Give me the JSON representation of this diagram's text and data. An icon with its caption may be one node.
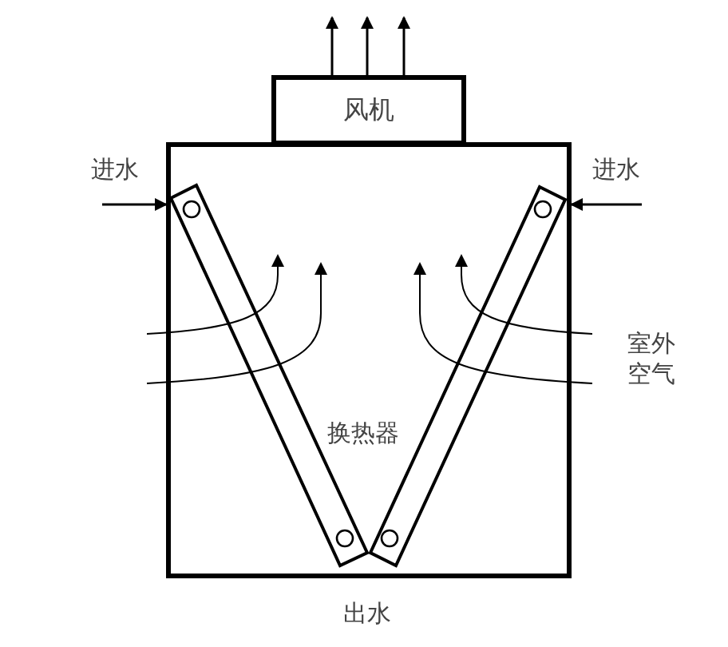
{
  "diagram": {
    "nodes": [
      {
        "text": [
          "风机"
        ]
      },
      {
        "text": [],
        "shape": "box"
      },
      {
        "text": [],
        "shape": "bar",
        "in": 1
      },
      {
        "text": [],
        "shape": "bar",
        "in": 1
      }
    ],
    "edges": [
      {
        "from": 0,
        "to": null,
        "arrow": "to"
      },
      {
        "from": 0,
        "to": null,
        "arrow": "to"
      },
      {
        "from": 0,
        "to": null,
        "arrow": "to"
      },
      {
        "from": null,
        "to": 1,
        "arrow": "to"
      },
      {
        "from": null,
        "to": 1,
        "arrow": "to"
      }
    ],
    "labels": [
      "进水",
      "进水",
      "室外空气",
      "换热器",
      "出水"
    ]
  }
}
